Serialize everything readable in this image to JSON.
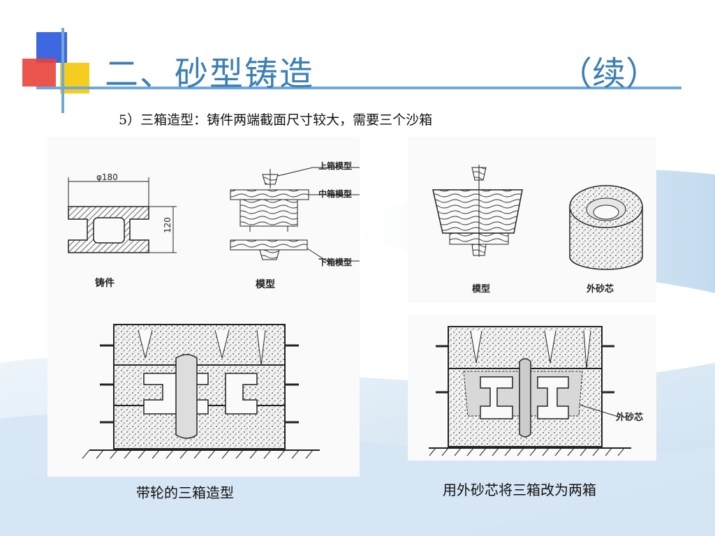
{
  "slide": {
    "title": "二、砂型铸造",
    "title_suffix": "（续）",
    "subtitle": "5）三箱造型：铸件两端截面尺寸较大，需要三个沙箱"
  },
  "figure_left_top": {
    "dim_diameter": "φ180",
    "dim_height": "120",
    "label_upper_pattern": "上箱模型",
    "label_middle_pattern": "中箱模型",
    "label_lower_pattern": "下箱模型",
    "label_casting": "铸件",
    "label_pattern": "模型"
  },
  "figure_right_top": {
    "label_pattern": "模型",
    "label_outer_core": "外砂芯"
  },
  "figure_right_bottom": {
    "label_outer_core": "外砂芯"
  },
  "captions": {
    "left": "带轮的三箱造型",
    "right": "用外砂芯将三箱改为两箱"
  },
  "colors": {
    "title": "#3b7fb6",
    "accent_blue": "#3f68e0",
    "accent_yellow": "#f6cd1f",
    "accent_red": "#e8443a",
    "rule_line": "#6fa8dc"
  }
}
